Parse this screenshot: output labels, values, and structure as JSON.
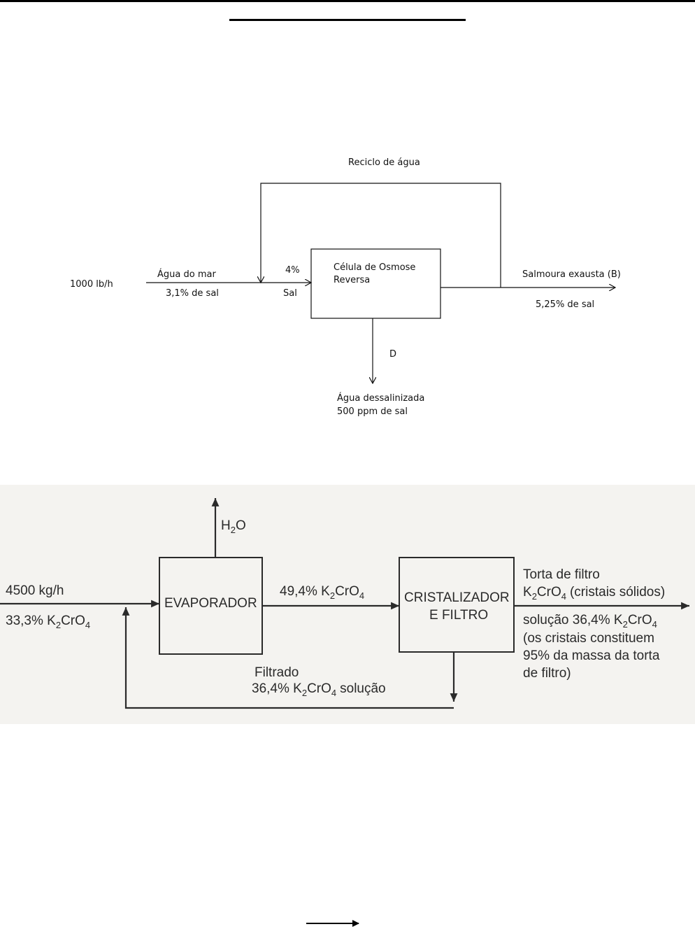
{
  "diagram1": {
    "recycle_label": "Reciclo de água",
    "feed_rate": "1000 lb/h",
    "feed_name": "Água do mar",
    "feed_salt": "3,1% de sal",
    "mix_pct": "4%",
    "mix_salt": "Sal",
    "cell_line1": "Célula de Osmose",
    "cell_line2": "Reversa",
    "brine_name": "Salmoura exausta (B)",
    "brine_salt": "5,25% de sal",
    "product_tag": "D",
    "product_name": "Água dessalinizada",
    "product_salt": "500 ppm de sal"
  },
  "diagram2": {
    "vapor_label": "H",
    "vapor_sub": "2",
    "vapor_rest": "O",
    "feed_rate": "4500 kg/h",
    "feed_comp": "33,3% K",
    "evaporator": "EVAPORADOR",
    "mid_comp": "49,4% K",
    "crystallizer_line1": "CRISTALIZADOR",
    "crystallizer_line2": "E FILTRO",
    "cake_title": "Torta de filtro",
    "cake_line2_a": "K",
    "cake_line2_b": "(cristais sólidos)",
    "cake_line3": "solução 36,4% K",
    "cake_line4": "(os cristais constituem",
    "cake_line5": "95% da massa da torta",
    "cake_line6": "de filtro)",
    "filtrate_label": "Filtrado",
    "filtrate_comp": "36,4% K",
    "filtrate_suffix": "solução",
    "formula_sub1": "2",
    "formula_mid": "CrO",
    "formula_sub2": "4"
  }
}
